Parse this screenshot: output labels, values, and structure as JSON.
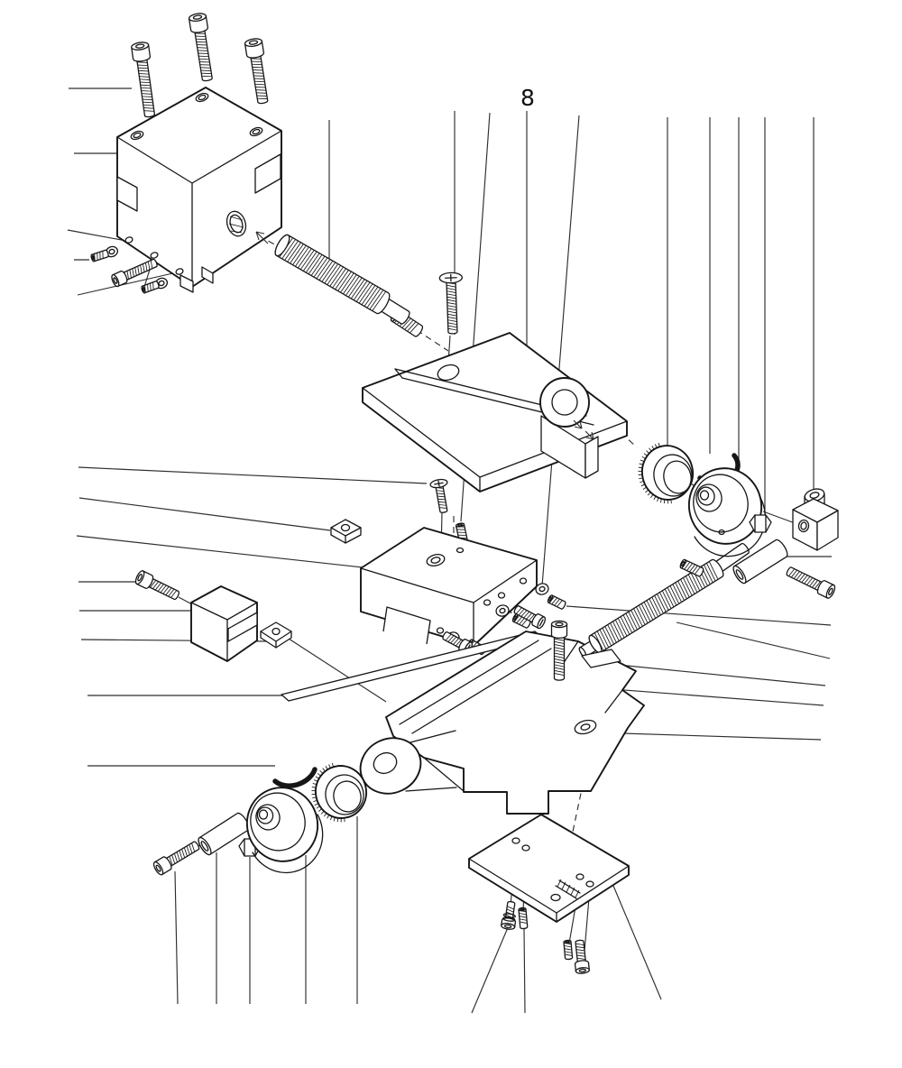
{
  "figure": {
    "part_label": "8",
    "description": "Exploded-view technical parts diagram of a machine cross-slide assembly: tool-post block, lead screws, top slide plate with bearing bracket, feed nut block, saddle base, handwheels with graduated collars and mounting plate; leader lines run to part numbers cropped outside the frame",
    "background_color": "#ffffff",
    "line_color": "#161616"
  },
  "parts": [
    "tool-post-block",
    "socket-head-cap-screws",
    "clamp-set-screws",
    "clamp-washers",
    "cross-feed-lead-screw",
    "flat-head-screws",
    "top-slide-plate",
    "bearing-bracket-ring",
    "square-nut",
    "feed-nut-block",
    "nut-block-set-screws",
    "nut-block-washers",
    "slotted-screws",
    "gib-strip",
    "gib-cap-screw",
    "lead-screw-bracket",
    "bracket-end-plate",
    "saddle-base",
    "lead-screw-bearing-boss",
    "saddle-cap-screw",
    "longitudinal-lead-screw",
    "bracket-stud",
    "graduated-collar-right",
    "thrust-ring",
    "handwheel-right",
    "cap-nut-right",
    "handle-block",
    "handle-sleeve-right",
    "handle-screw-right",
    "handle-screw-left",
    "handle-sleeve-left",
    "cap-nut-left",
    "handwheel-left",
    "retaining-ring",
    "graduated-collar-left",
    "mounting-plate",
    "mounting-screws",
    "part-number-label-8"
  ]
}
